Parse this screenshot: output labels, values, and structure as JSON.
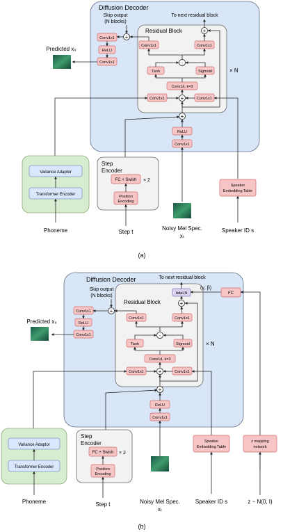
{
  "diagram_a": {
    "title": "Diffusion Decoder",
    "skip_output": "Skip output",
    "skip_n_blocks": "(N blocks)",
    "next_block": "To next residual block",
    "residual_block": "Residual Block",
    "conv1x1": "Conv1x1",
    "relu": "ReLU",
    "tanh": "Tanh",
    "sigmoid": "Sigmoid",
    "conv1d": "Conv1d, k=3",
    "times_n": "× N",
    "predicted": "Predicted x₀",
    "variance_adaptor": "Variance Adaptor",
    "transformer_encoder": "Transformer Encoder",
    "step_encoder": "Step Encoder",
    "fc_swish": "FC + Swish",
    "times_2": "× 2",
    "position": "Position",
    "encoding": "Encoding",
    "speaker_table_1": "Speaker",
    "speaker_table_2": "Embedding Table",
    "phoneme": "Phoneme",
    "step_t": "Step t",
    "noisy_mel_1": "Noisy Mel Spec.",
    "noisy_mel_2": "xₜ",
    "speaker_id": "Speaker ID s",
    "caption": "(a)"
  },
  "diagram_b": {
    "title": "Diffusion Decoder",
    "next_block": "To next residual block",
    "skip_output": "Skip output",
    "skip_n_blocks": "(N blocks)",
    "residual_block": "Residual Block",
    "adaln": "AdaLN",
    "gamma_beta": "(γ, β)",
    "fc": "FC",
    "conv1x1": "Conv1x1",
    "relu": "ReLU",
    "tanh": "Tanh",
    "sigmoid": "Sigmoid",
    "conv1d": "Conv1d, k=3",
    "times_n": "× N",
    "predicted": "Predicted x₀",
    "variance_adaptor": "Variance Adaptor",
    "transformer_encoder": "Transformer Encoder",
    "step_encoder": "Step Encoder",
    "fc_swish": "FC + Swish",
    "times_2": "× 2",
    "position": "Position",
    "encoding": "Encoding",
    "speaker_table_1": "Speaker",
    "speaker_table_2": "Embedding Table",
    "z_mapping_1": "z mapping",
    "z_mapping_2": "network",
    "phoneme": "Phoneme",
    "step_t": "Step t",
    "noisy_mel_1": "Noisy Mel Spec.",
    "noisy_mel_2": "xₜ",
    "speaker_id": "Speaker ID s",
    "z_dist": "z ~ N(0, I)",
    "caption": "(b)"
  }
}
